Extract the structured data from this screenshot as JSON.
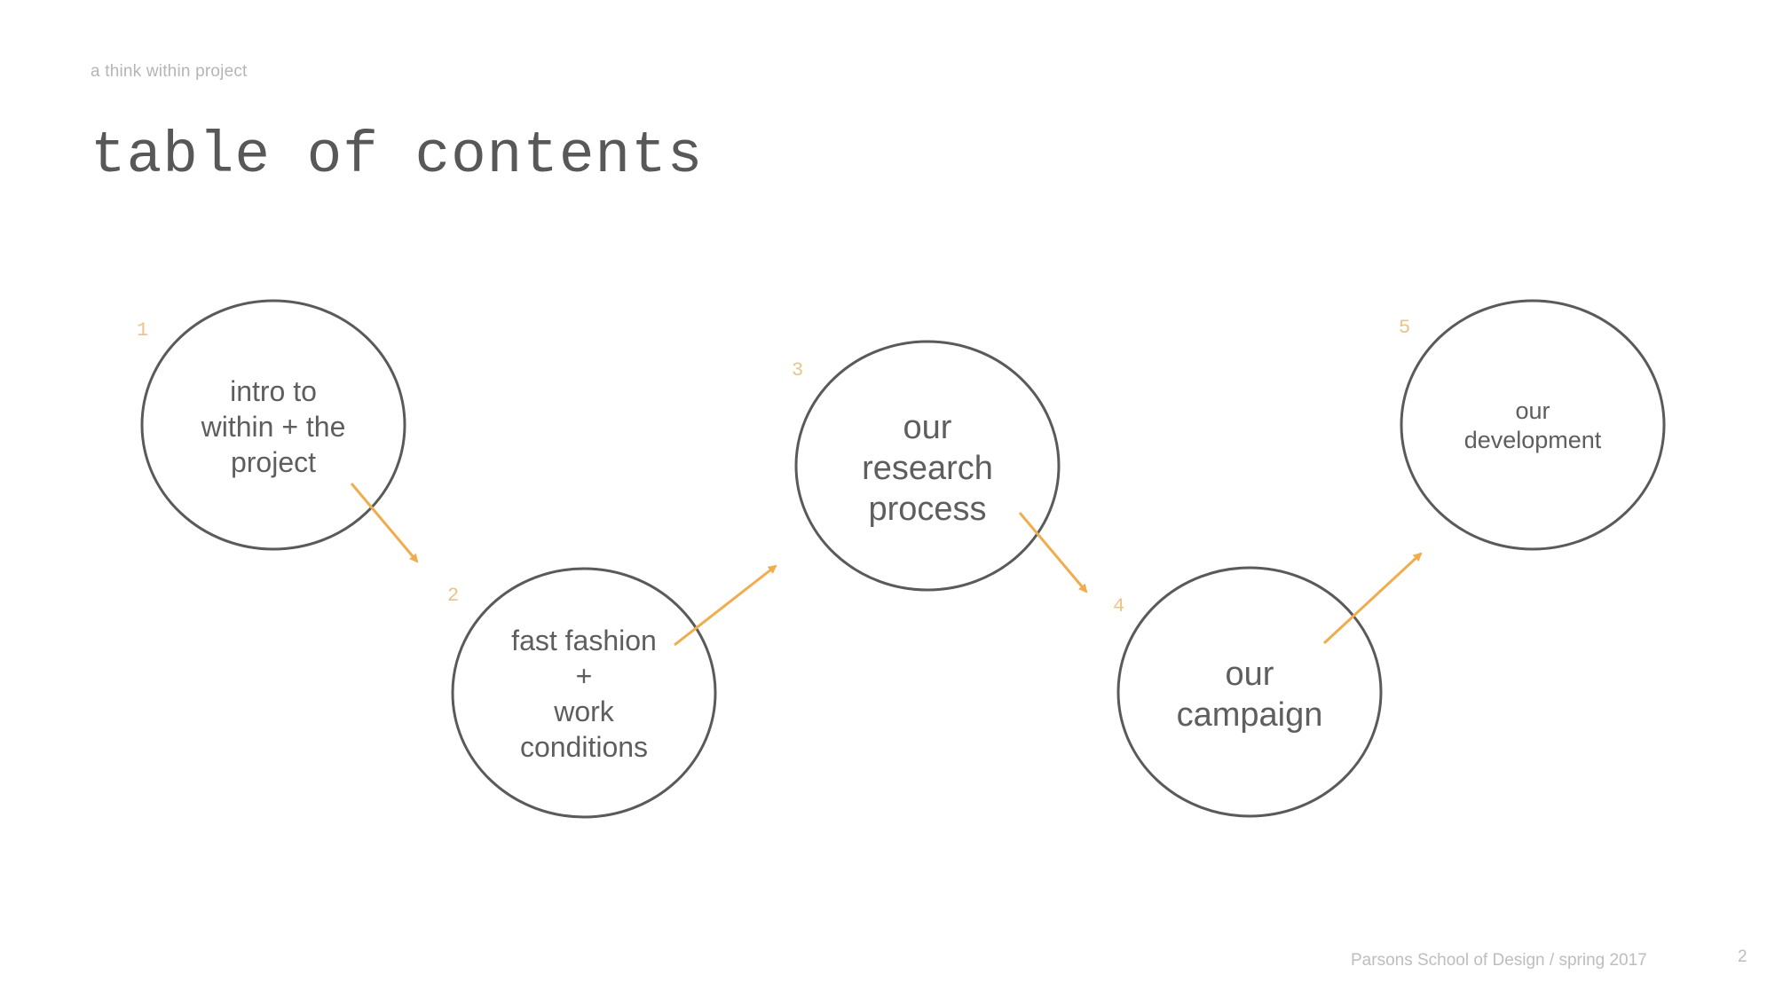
{
  "header": {
    "eyebrow": "a think within project",
    "title": "table of contents"
  },
  "nodes": [
    {
      "number": "1",
      "lines": [
        "intro to",
        "within + the",
        "project"
      ]
    },
    {
      "number": "2",
      "lines": [
        "fast fashion",
        "+",
        "work",
        "conditions"
      ]
    },
    {
      "number": "3",
      "lines": [
        "our",
        "research",
        "process"
      ]
    },
    {
      "number": "4",
      "lines": [
        "our",
        "campaign"
      ]
    },
    {
      "number": "5",
      "lines": [
        "our",
        "development"
      ]
    }
  ],
  "colors": {
    "circle_stroke": "#5a5a5a",
    "arrow": "#f0ad4e",
    "number": "#e8c48a",
    "title_text": "#585858",
    "muted_text": "#bdbdbd"
  },
  "footer": {
    "credit": "Parsons School of Design / spring 2017",
    "page_number": "2"
  }
}
